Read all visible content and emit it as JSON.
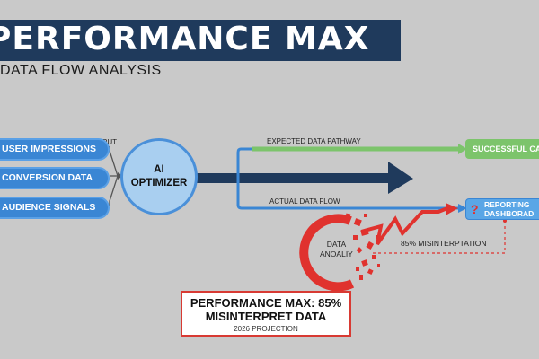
{
  "header": {
    "title": "PERFORMANCE MAX",
    "subtitle": "DATA FLOW ANALYSIS"
  },
  "inputs": {
    "label": "INPUT",
    "items": [
      "USER IMPRESSIONS",
      "CONVERSION DATA",
      "AUDIENCE SIGNALS"
    ]
  },
  "optimizer": {
    "line1": "AI",
    "line2": "OPTIMIZER"
  },
  "flows": {
    "expected_label": "EXPECTED DATA PATHWAY",
    "actual_label": "ACTUAL DATA FLOW"
  },
  "outputs": {
    "success": "SUCCESSFUL CAMPAIGN",
    "reporting_line1": "REPORTING",
    "reporting_line2": "DASHBORAD",
    "reporting_icon": "question-mark-icon"
  },
  "anomaly": {
    "line1": "DATA",
    "line2": "ANOALIY",
    "misinterpretation_label": "85% MISINTERPTATION"
  },
  "summary": {
    "title_line1": "PERFORMANCE MAX: 85%",
    "title_line2": "MISINTERPRET DATA",
    "subtitle": "2026 PROJECTION"
  },
  "colors": {
    "banner": "#1f3a5c",
    "input_blue": "#3a86d4",
    "optimizer_fill": "#a9cff0",
    "main_arrow": "#1f3a5c",
    "expected_green": "#7cc46b",
    "error_red": "#e0322e"
  }
}
